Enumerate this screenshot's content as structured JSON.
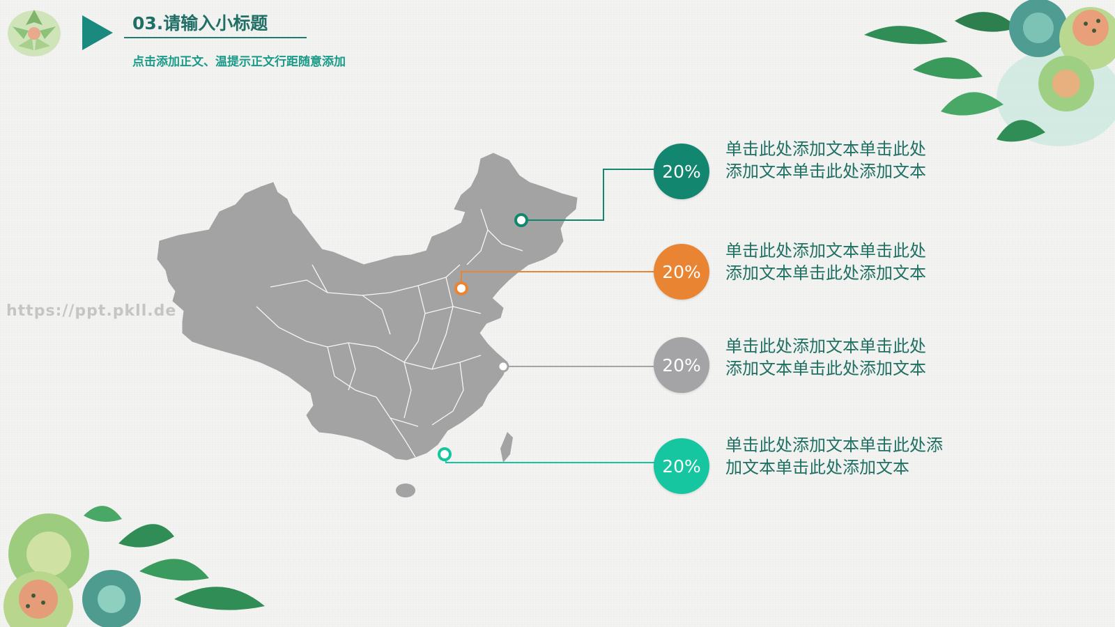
{
  "header": {
    "title": "03.请输入小标题",
    "subtitle": "点击添加正文、温提示正文行距随意添加"
  },
  "watermark": "https://ppt.pkll.de",
  "colors": {
    "dark_green": "#12866f",
    "orange": "#e98433",
    "gray": "#a4a3a6",
    "teal": "#16c6a0",
    "map_fill": "#a3a3a3",
    "title_green": "#1f6f66"
  },
  "items": [
    {
      "percent": "20%",
      "line1": "单击此处添加文本单击此处",
      "line2": "添加文本单击此处添加文本",
      "color": "#12866f"
    },
    {
      "percent": "20%",
      "line1": "单击此处添加文本单击此处",
      "line2": "添加文本单击此处添加文本",
      "color": "#e98433"
    },
    {
      "percent": "20%",
      "line1": "单击此处添加文本单击此处",
      "line2": "添加文本单击此处添加文本",
      "color": "#a4a3a6"
    },
    {
      "percent": "20%",
      "line1": "单击此处添加文本单击此处添",
      "line2": "加文本单击此处添加文本",
      "color": "#16c6a0"
    }
  ]
}
